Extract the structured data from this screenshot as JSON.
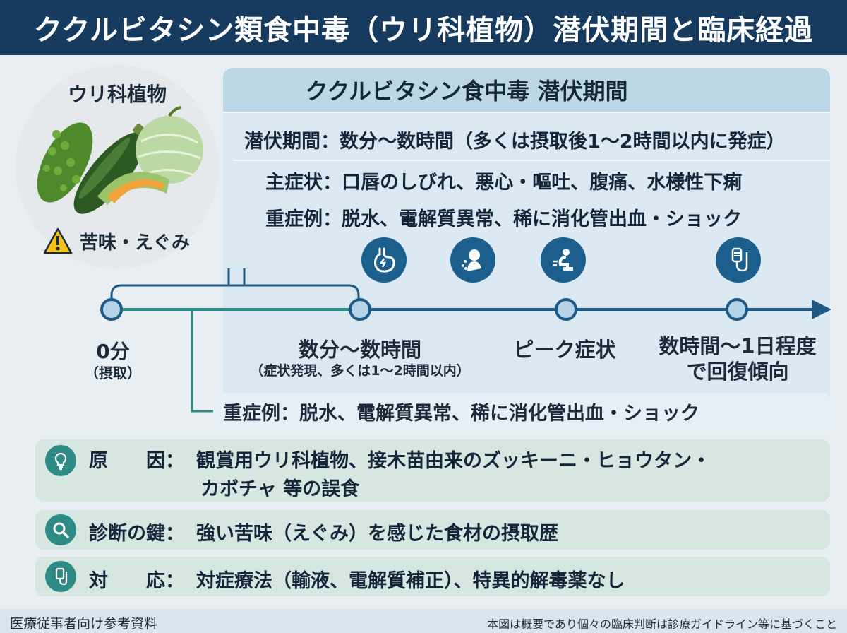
{
  "header": {
    "title": "ククルビタシン類食中毒（ウリ科植物）潜伏期間と臨床経過"
  },
  "plants": {
    "title": "ウリ科植物",
    "warning": "苦味・えぐみ"
  },
  "panel": {
    "title": "ククルビタシン食中毒 潜伏期間",
    "incubation": "潜伏期間：数分〜数時間（多くは摂取後1〜2時間以内に発症）",
    "main_symptoms": "主症状：口唇のしびれ、悪心・嘔吐、腹痛、水様性下痢",
    "severe_top": "重症例：脱水、電解質異常、稀に消化管出血・ショック"
  },
  "timeline": {
    "zero": "0分",
    "zero_sub": "（摂取）",
    "minutes": "数分〜数時間",
    "minutes_sub": "（症状発現、多くは1〜2時間以内）",
    "peak": "ピーク症状",
    "recovery_1": "数時間〜1日程度",
    "recovery_2": "で回復傾向"
  },
  "severe_box": {
    "text": "重症例：脱水、電解質異常、稀に消化管出血・ショック"
  },
  "info": {
    "cause_label": "原　　因：",
    "cause_1": "観賞用ウリ科植物、接木苗由来のズッキーニ・ヒョウタン・",
    "cause_2": "カボチャ 等の誤食",
    "diag_label": "診断の鍵：",
    "diag": "強い苦味（えぐみ）を感じた食材の摂取歴",
    "treat_label": "対　　応：",
    "treat": "対症療法（輸液、電解質補正）、特異的解毒薬なし"
  },
  "footer": {
    "left": "医療従事者向け参考資料",
    "right": "本図は概要であり個々の臨床判断は診療ガイドライン等に基づくこと"
  },
  "colors": {
    "header_bg": "#163b5f",
    "timeline": "#1f5a86",
    "accent_teal": "#2e8a85",
    "icon_blue": "#1d5f8c"
  },
  "icons": [
    "stomach-icon",
    "vomit-icon",
    "diarrhea-icon",
    "iv-drip-icon",
    "lightbulb-icon",
    "magnifier-icon",
    "warning-icon"
  ]
}
